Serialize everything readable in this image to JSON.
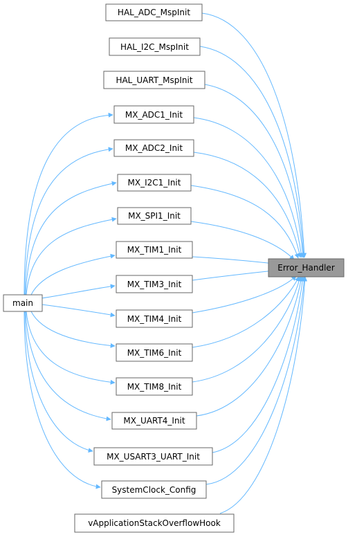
{
  "graph": {
    "edge_color": "#63b8ff",
    "nodes": {
      "hal_adc": "HAL_ADC_MspInit",
      "hal_i2c": "HAL_I2C_MspInit",
      "hal_uart": "HAL_UART_MspInit",
      "mx_adc1": "MX_ADC1_Init",
      "mx_adc2": "MX_ADC2_Init",
      "mx_i2c1": "MX_I2C1_Init",
      "mx_spi1": "MX_SPI1_Init",
      "mx_tim1": "MX_TIM1_Init",
      "mx_tim3": "MX_TIM3_Init",
      "mx_tim4": "MX_TIM4_Init",
      "mx_tim6": "MX_TIM6_Init",
      "mx_tim8": "MX_TIM8_Init",
      "mx_uart4": "MX_UART4_Init",
      "mx_usart3": "MX_USART3_UART_Init",
      "sysclock": "SystemClock_Config",
      "vapp": "vApplicationStackOverflowHook",
      "main": "main",
      "error_handler": "Error_Handler"
    }
  }
}
